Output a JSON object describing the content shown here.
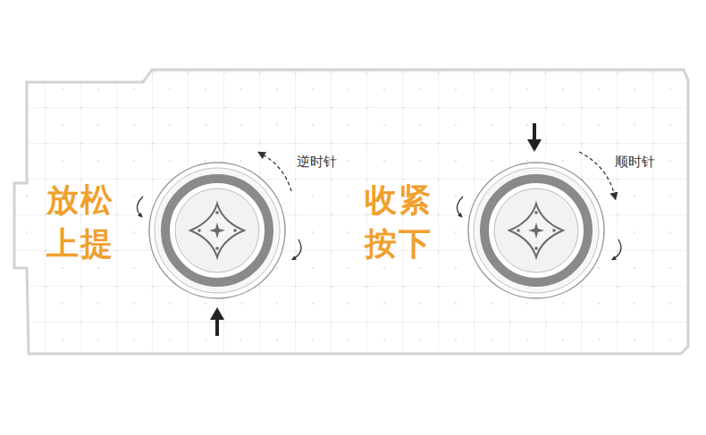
{
  "diagram": {
    "labels": [
      "放松",
      "上提",
      "逆时针",
      "收紧",
      "按下",
      "顺时针"
    ]
  }
}
